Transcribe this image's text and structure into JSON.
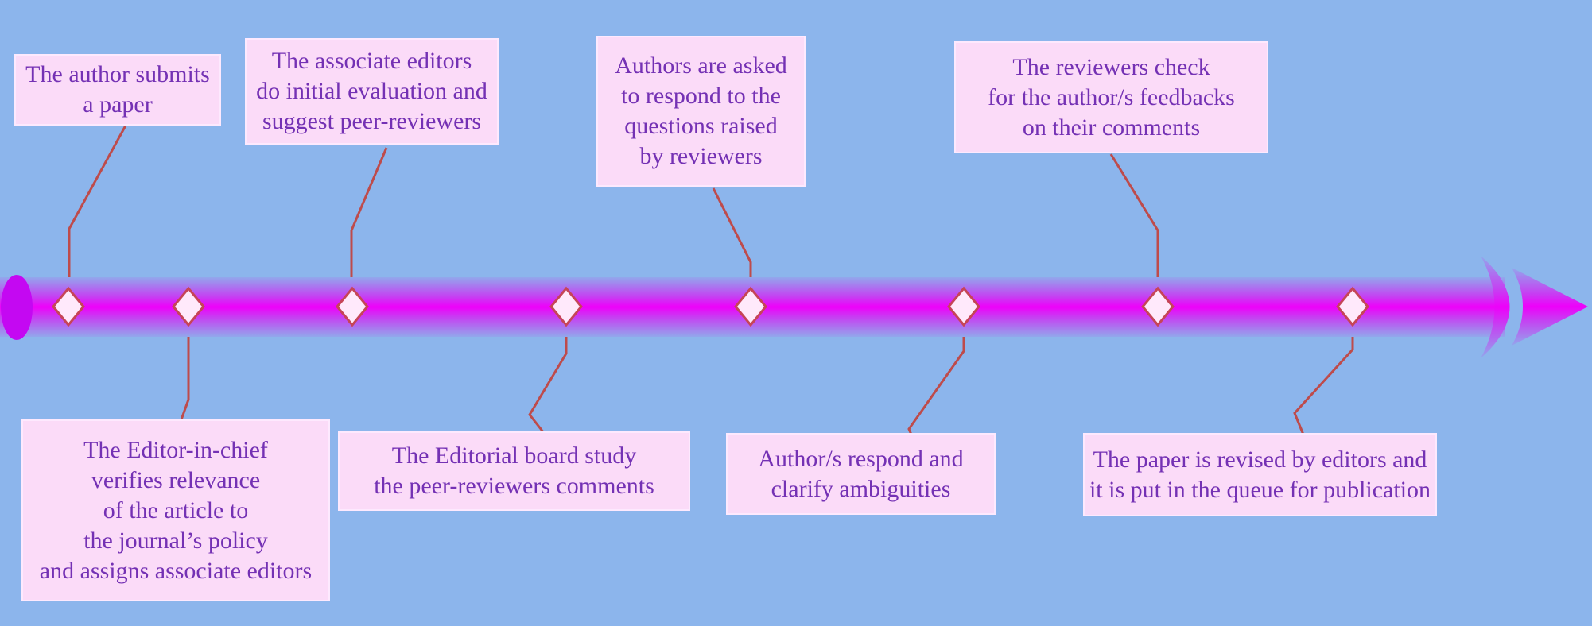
{
  "diagram_type": "timeline",
  "colors": {
    "background": "#8CB5EC",
    "box_fill": "#FBDBF8",
    "box_border": "#FDE9FE",
    "box_text": "#7431B4",
    "timeline_center": "#EE00FA",
    "timeline_edge": "#92A7EC",
    "start_cap": "#C408F2",
    "diamond_fill": "#FFE9FB",
    "diamond_stroke": "#C64557",
    "connector": "#BE4B4B"
  },
  "timeline": {
    "direction": "left-to-right",
    "start_cap": "ellipse",
    "end_cap": "arrowhead",
    "milestone_count": 8
  },
  "steps": [
    {
      "id": "author-submits-paper",
      "position": "above",
      "lines": [
        "The author submits",
        "a paper"
      ]
    },
    {
      "id": "editor-in-chief-verifies",
      "position": "below",
      "lines": [
        "The Editor-in-chief",
        "verifies relevance",
        "of the article to",
        "the journal’s policy",
        "and assigns associate editors"
      ]
    },
    {
      "id": "associate-editors-evaluate",
      "position": "above",
      "lines": [
        "The associate editors",
        "do initial evaluation and",
        "suggest peer-reviewers"
      ]
    },
    {
      "id": "editorial-board-study",
      "position": "below",
      "lines": [
        "The Editorial board study",
        "the peer-reviewers comments"
      ]
    },
    {
      "id": "authors-asked-respond",
      "position": "above",
      "lines": [
        "Authors are asked",
        "to respond to the",
        "questions raised",
        "by reviewers"
      ]
    },
    {
      "id": "authors-respond-clarify",
      "position": "below",
      "lines": [
        "Author/s respond and",
        "clarify ambiguities"
      ]
    },
    {
      "id": "reviewers-check-feedback",
      "position": "above",
      "lines": [
        "The reviewers check",
        "for the author/s feedbacks",
        "on their comments"
      ]
    },
    {
      "id": "paper-revised-queued",
      "position": "below",
      "lines": [
        "The paper is revised by editors and",
        "it is put in the queue for publication"
      ]
    }
  ]
}
